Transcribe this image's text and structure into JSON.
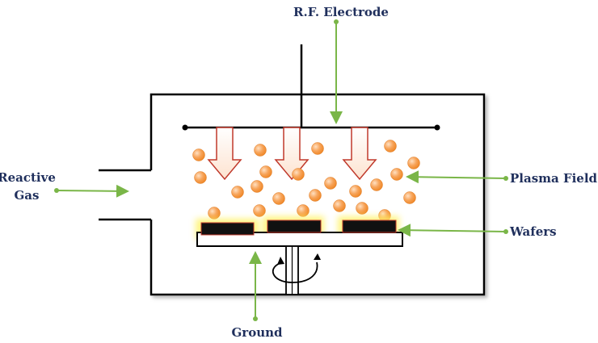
{
  "labels": {
    "rf_electrode": "R.F. Electrode",
    "reactive_gas_line1": "Reactive",
    "reactive_gas_line2": "Gas",
    "plasma_field": "Plasma Field",
    "wafers": "Wafers",
    "ground": "Ground"
  },
  "colors": {
    "label_text": "#1f2f5c",
    "pointer_green": "#7ab648",
    "chamber_stroke": "#000000",
    "particle_light": "#ffe0c2",
    "particle_dark": "#f08a2c",
    "arrow_outline": "#c0392b",
    "wafer_fill": "#111111",
    "glow": "#fff36b"
  },
  "icons": {
    "particle": "plasma-particle",
    "arrow": "down-arrow",
    "rotation": "rotation-arrow-icon"
  }
}
